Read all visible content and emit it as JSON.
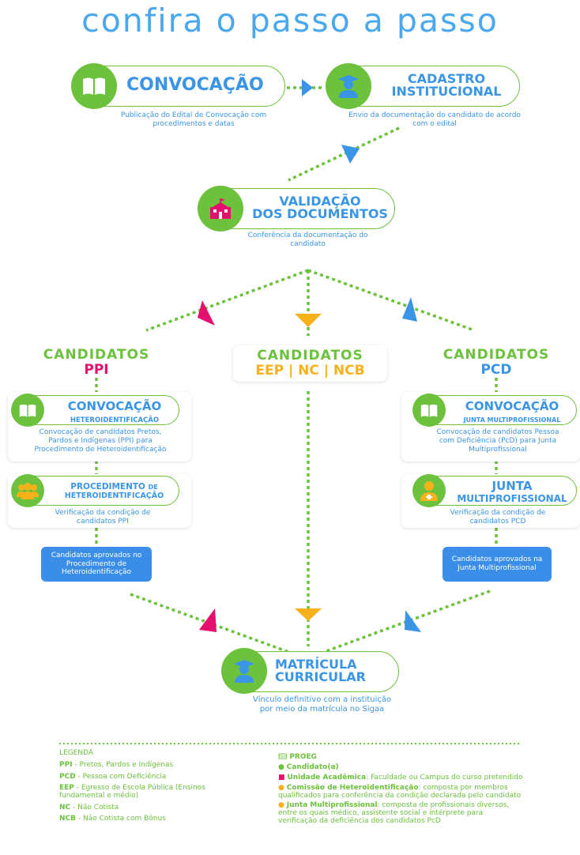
{
  "title": "confira o passo a passo",
  "colors": {
    "green": "#6cc13d",
    "blue": "#3a95e6",
    "pink": "#e5106e",
    "yellow": "#f7b21b"
  },
  "steps": {
    "convocacao": {
      "title1": "CONVOCAÇÃO",
      "desc": "Publicação do Edital de Convocação com procedimentos e datas",
      "icon": "book-icon"
    },
    "cadastro": {
      "title1": "CADASTRO",
      "title2": "INSTITUCIONAL",
      "desc": "Envio da documentação do candidato de acordo com o edital",
      "icon": "graduate-icon"
    },
    "validacao": {
      "title1": "VALIDAÇÃO",
      "title2": "DOS DOCUMENTOS",
      "desc": "Conferência da documentação do candidato",
      "icon": "school-building-icon"
    },
    "matricula": {
      "title1": "MATRÍCULA",
      "title2": "CURRICULAR",
      "desc": "Vínculo definitivo com a instituição por meio da matrícula no Sigaa",
      "icon": "graduate-icon"
    }
  },
  "candidates": {
    "ppi": {
      "line1": "CANDIDATOS",
      "line2": "PPI"
    },
    "eep": {
      "line1": "CANDIDATOS",
      "line2": "EEP | NC | NCB"
    },
    "pcd": {
      "line1": "CANDIDATOS",
      "line2": "PCD"
    }
  },
  "ppi_branch": {
    "conv": {
      "title1": "CONVOCAÇÃO",
      "title2": "HETEROIDENTIFICAÇÃO",
      "desc": "Convocação de candidatos Pretos, Pardos e Indígenas (PPI) para Procedimento de Heteroidentificação"
    },
    "proc": {
      "title1": "PROCEDIMENTO",
      "title1b": "DE",
      "title2": "HETEROIDENTIFICAÇÃO",
      "desc": "Verificação da condição de candidatos PPI"
    },
    "result": "Candidatos aprovados no Procedimento de Heteroidentificação"
  },
  "pcd_branch": {
    "conv": {
      "title1": "CONVOCAÇÃO",
      "title2": "JUNTA MULTIPROFISSIONAL",
      "desc": "Convocação de candidatos Pessoa com Deficiência (PcD) para Junta Multiprofissional"
    },
    "junta": {
      "title1": "JUNTA",
      "title2": "MULTIPROFISSIONAL",
      "desc": "Verificação da condição de candidatos PCD"
    },
    "result": "Candidatos aprovados na Junta Multiprofissional"
  },
  "legend": {
    "heading": "LEGENDA",
    "abbr": [
      {
        "k": "PPI",
        "v": " - Pretos, Pardos e Indígenas"
      },
      {
        "k": "PCD",
        "v": " - Pessoa com Deficiência"
      },
      {
        "k": "EEP",
        "v": " - Egresso de Escola Pública (Ensinos fundamental e médio)"
      },
      {
        "k": "NC",
        "v": " - Não Cotista"
      },
      {
        "k": "NCB",
        "v": " - Não Cotista com Bônus"
      }
    ],
    "icons": [
      {
        "k": "PROEG",
        "v": "",
        "icon": "book-icon"
      },
      {
        "k": "Candidato(a)",
        "v": "",
        "icon": "person-icon"
      },
      {
        "k": "Unidade Acadêmica",
        "v": ": Faculdade ou Campus do curso pretendido",
        "icon": "school-building-icon"
      },
      {
        "k": "Comissão de Heteroidentificação",
        "v": ": composta por membros qualificados para conferência da condição declarada pelo candidato",
        "icon": "group-icon"
      },
      {
        "k": "Junta Multiprofissional",
        "v": ": composta de profissionais diversos, entre os quais médico, assistente social e intérprete para verificação da deficiência dos candidatos PcD",
        "icon": "doctor-icon"
      }
    ]
  }
}
